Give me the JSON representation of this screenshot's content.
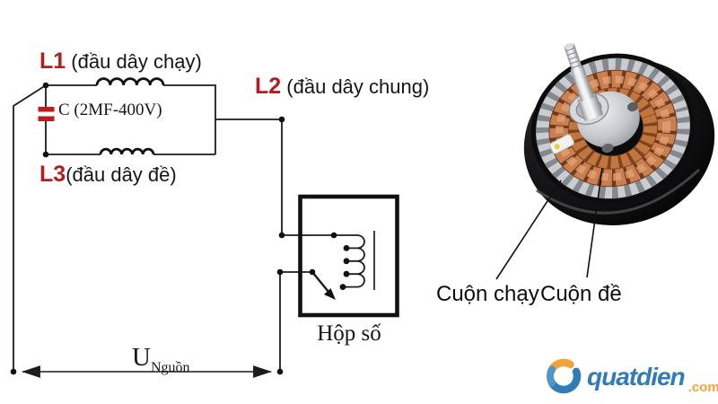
{
  "circuit": {
    "l1": {
      "id": "L1",
      "desc": " (đầu dây chạy)"
    },
    "l2": {
      "id": "L2",
      "desc": " (đầu dây chung)"
    },
    "l3": {
      "id": "L3",
      "desc": "(đầu dây đề)"
    },
    "capacitor_label": "C (2MF-400V)",
    "gearbox_label": "Hộp số",
    "source_symbol": "U",
    "source_subscript": "Nguồn"
  },
  "motor_photo": {
    "label_run_winding": "Cuộn chạy",
    "label_start_winding": "Cuộn đề"
  },
  "logo": {
    "icon": "fan-swirl-icon",
    "name": "quatdien",
    "tld": ".com"
  },
  "colors": {
    "label_red": "#b21d1d",
    "wire_black": "#1c1c1c",
    "capacitor_red": "#c01a1a",
    "logo_blue": "#2e7cb8",
    "logo_orange": "#f0a33c",
    "copper": "#c97f4f"
  }
}
